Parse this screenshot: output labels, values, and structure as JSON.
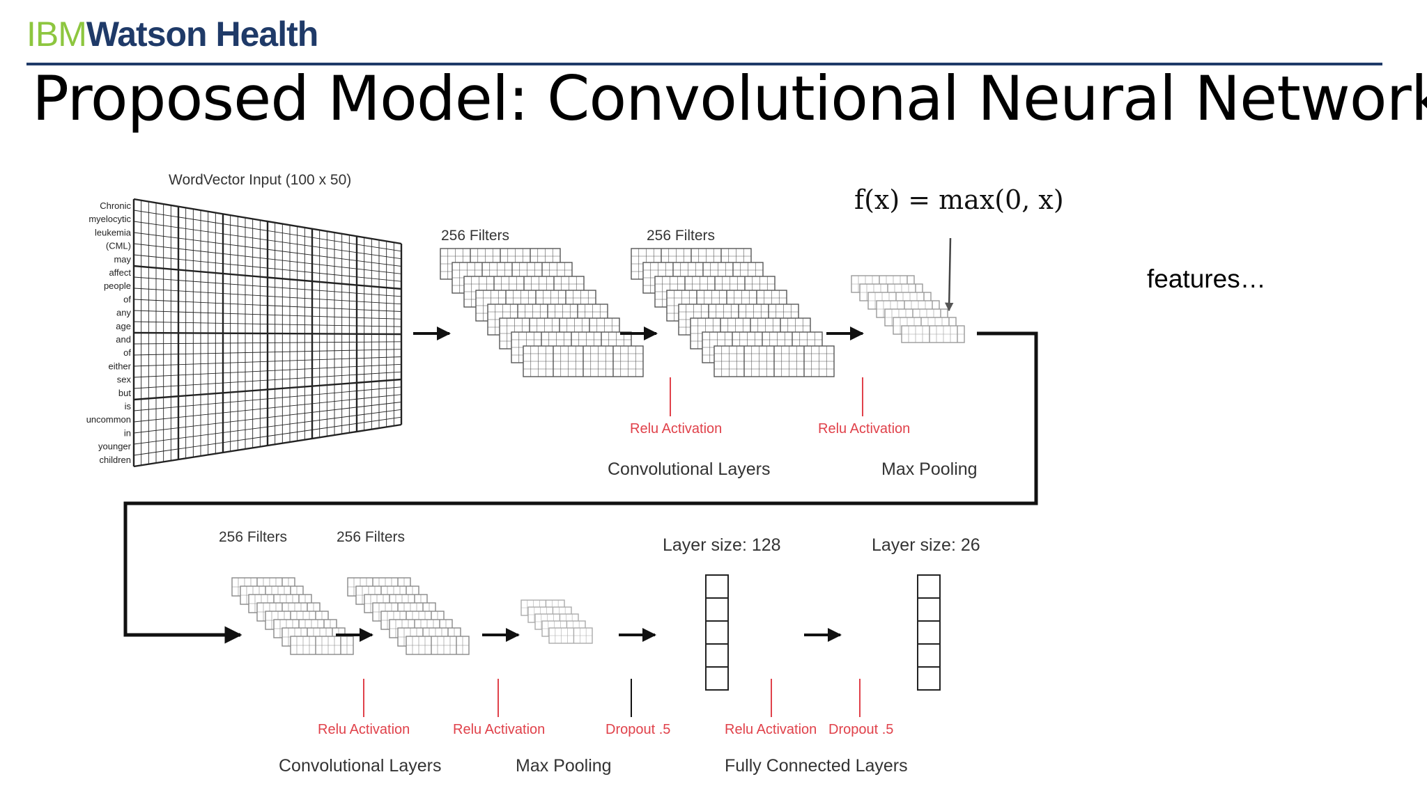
{
  "header": {
    "logo_ibm": "IBM",
    "logo_rest": "Watson Health",
    "title": "Proposed Model: Convolutional Neural Network"
  },
  "side_note": "features…",
  "colors": {
    "brand_navy": "#1f3a68",
    "brand_green": "#8dc63f",
    "activation_red": "#e0414a"
  },
  "diagram": {
    "input_label": "WordVector Input (100 x 50)",
    "input_words": [
      "Chronic",
      "myelocytic",
      "leukemia",
      "(CML)",
      "may",
      "affect",
      "people",
      "of",
      "any",
      "age",
      "and",
      "of",
      "either",
      "sex",
      "but",
      "is",
      "uncommon",
      "in",
      "younger",
      "children"
    ],
    "formula": "f(x) = max(0, x)",
    "row1": {
      "filters_a": "256 Filters",
      "filters_b": "256 Filters",
      "relu_a": "Relu Activation",
      "relu_b": "Relu Activation",
      "conv_layers": "Convolutional Layers",
      "max_pooling": "Max Pooling"
    },
    "row2": {
      "filters_a": "256 Filters",
      "filters_b": "256 Filters",
      "layer_size_a": "Layer size: 128",
      "layer_size_b": "Layer size: 26",
      "relu_a": "Relu Activation",
      "relu_b": "Relu Activation",
      "dropout_a": "Dropout .5",
      "relu_c": "Relu Activation",
      "dropout_b": "Dropout .5",
      "conv_layers": "Convolutional Layers",
      "max_pooling": "Max Pooling",
      "fully_connected": "Fully Connected Layers"
    }
  }
}
